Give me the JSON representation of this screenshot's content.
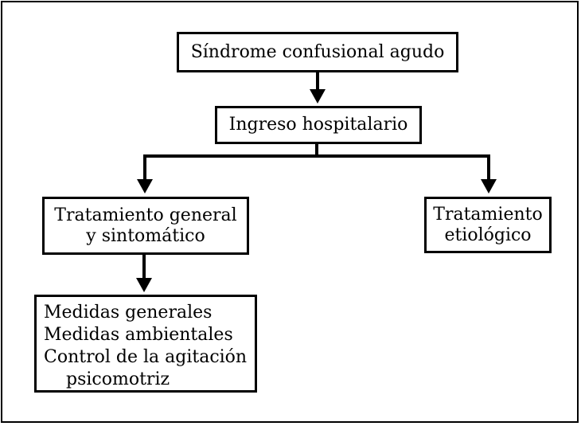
{
  "diagram": {
    "type": "flowchart",
    "language": "es",
    "colors": {
      "background": "#ffffff",
      "line": "#000000",
      "text": "#000000",
      "box_border": "#000000",
      "box_fill": "#ffffff"
    },
    "nodes": {
      "sindrome": {
        "label": "Síndrome confusional agudo"
      },
      "ingreso": {
        "label": "Ingreso hospitalario"
      },
      "tratamiento_general": {
        "lines": [
          "Tratamiento general",
          "y sintomático"
        ]
      },
      "tratamiento_etiologico": {
        "lines": [
          "Tratamiento",
          "etiológico"
        ]
      },
      "medidas": {
        "lines": [
          "Medidas generales",
          "Medidas ambientales",
          "Control de la agitación",
          "psicomotriz"
        ]
      }
    },
    "edges": [
      {
        "from": "sindrome",
        "to": "ingreso"
      },
      {
        "from": "ingreso",
        "to": "tratamiento_general"
      },
      {
        "from": "ingreso",
        "to": "tratamiento_etiologico"
      },
      {
        "from": "tratamiento_general",
        "to": "medidas"
      }
    ]
  }
}
